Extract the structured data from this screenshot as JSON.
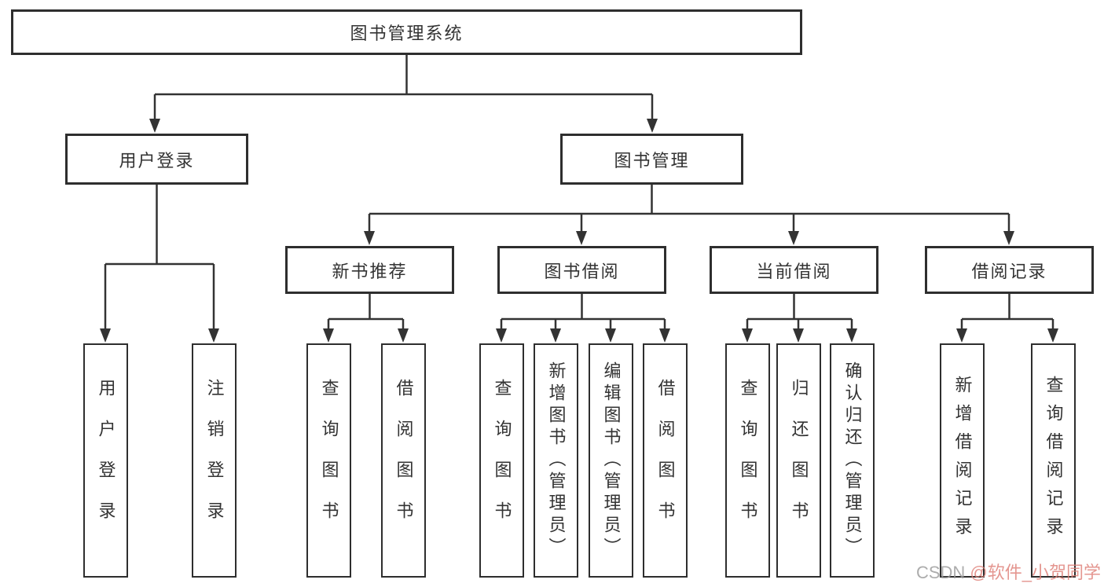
{
  "diagram_type": "tree",
  "colors": {
    "line": "#333333",
    "box_border": "#2e2e2e",
    "box_fill": "#ffffff",
    "text": "#333333",
    "watermark_gray": "#9a9a9a",
    "watermark_pink": "#df8078"
  },
  "tree": {
    "root": {
      "label": "图书管理系统",
      "children": [
        {
          "label": "用户登录",
          "children": [
            {
              "label": "用户登录"
            },
            {
              "label": "注销登录"
            }
          ]
        },
        {
          "label": "图书管理",
          "children": [
            {
              "label": "新书推荐",
              "children": [
                {
                  "label": "查询图书"
                },
                {
                  "label": "借阅图书"
                }
              ]
            },
            {
              "label": "图书借阅",
              "children": [
                {
                  "label": "查询图书"
                },
                {
                  "label": "新增图书（管理员）"
                },
                {
                  "label": "编辑图书（管理员）"
                },
                {
                  "label": "借阅图书"
                }
              ]
            },
            {
              "label": "当前借阅",
              "children": [
                {
                  "label": "查询图书"
                },
                {
                  "label": "归还图书"
                },
                {
                  "label": "确认归还（管理员）"
                }
              ]
            },
            {
              "label": "借阅记录",
              "children": [
                {
                  "label": "新增借阅记录"
                },
                {
                  "label": "查询借阅记录"
                }
              ]
            }
          ]
        }
      ]
    }
  },
  "watermark": {
    "prefix": "CSDN ",
    "handle": "@软件_小贺同学"
  }
}
